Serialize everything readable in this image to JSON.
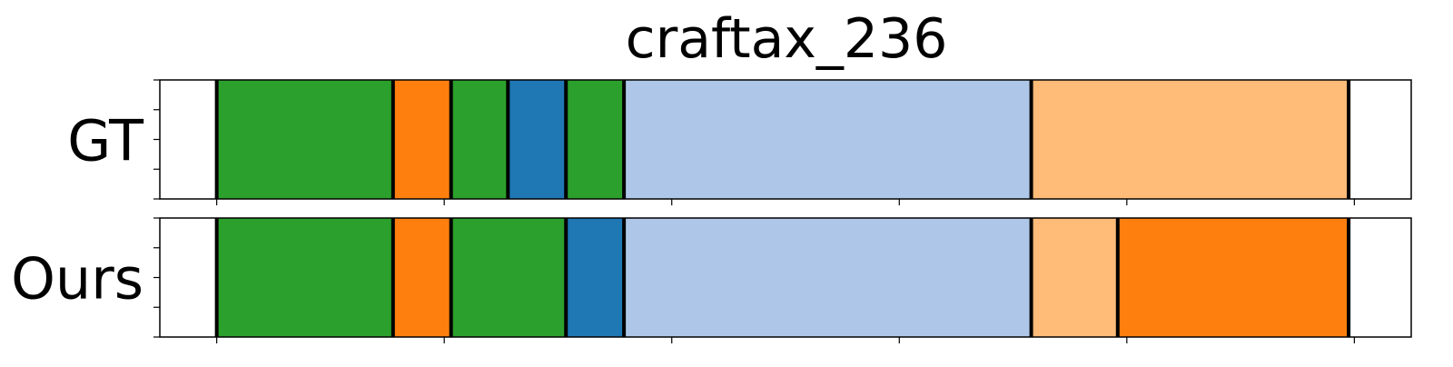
{
  "chart_data": {
    "type": "segmentation-timeline",
    "title": "craftax_236",
    "rows": [
      {
        "label": "GT",
        "segments": [
          {
            "start": 0.0,
            "end": 0.05,
            "color": "#ffffff"
          },
          {
            "start": 0.05,
            "end": 0.205,
            "color": "#2ca02c"
          },
          {
            "start": 0.205,
            "end": 0.256,
            "color": "#ff7f0e"
          },
          {
            "start": 0.256,
            "end": 0.306,
            "color": "#2ca02c"
          },
          {
            "start": 0.306,
            "end": 0.357,
            "color": "#1f77b4"
          },
          {
            "start": 0.357,
            "end": 0.408,
            "color": "#2ca02c"
          },
          {
            "start": 0.408,
            "end": 0.766,
            "color": "#aec7e8"
          },
          {
            "start": 0.766,
            "end": 1.045,
            "color": "#ffbb78"
          },
          {
            "start": 1.045,
            "end": 1.1,
            "color": "#ffffff"
          }
        ]
      },
      {
        "label": "Ours",
        "segments": [
          {
            "start": 0.0,
            "end": 0.05,
            "color": "#ffffff"
          },
          {
            "start": 0.05,
            "end": 0.205,
            "color": "#2ca02c"
          },
          {
            "start": 0.205,
            "end": 0.256,
            "color": "#ff7f0e"
          },
          {
            "start": 0.256,
            "end": 0.357,
            "color": "#2ca02c"
          },
          {
            "start": 0.357,
            "end": 0.408,
            "color": "#1f77b4"
          },
          {
            "start": 0.408,
            "end": 0.766,
            "color": "#aec7e8"
          },
          {
            "start": 0.766,
            "end": 0.842,
            "color": "#ffbb78"
          },
          {
            "start": 0.842,
            "end": 1.045,
            "color": "#ff7f0e"
          },
          {
            "start": 1.045,
            "end": 1.1,
            "color": "#ffffff"
          }
        ]
      }
    ],
    "boundaries": {
      "GT": [
        0.05,
        0.205,
        0.256,
        0.306,
        0.357,
        0.408,
        0.766,
        1.045
      ],
      "Ours": [
        0.05,
        0.205,
        0.256,
        0.357,
        0.408,
        0.766,
        0.842,
        1.045
      ]
    },
    "xlim": [
      0,
      1.1
    ],
    "x_ticks": [
      0.05,
      0.25,
      0.45,
      0.65,
      0.85,
      1.05
    ],
    "x_tick_labels_shown": false,
    "y_tick_labels_shown": false,
    "grid": false,
    "legend": "none"
  }
}
